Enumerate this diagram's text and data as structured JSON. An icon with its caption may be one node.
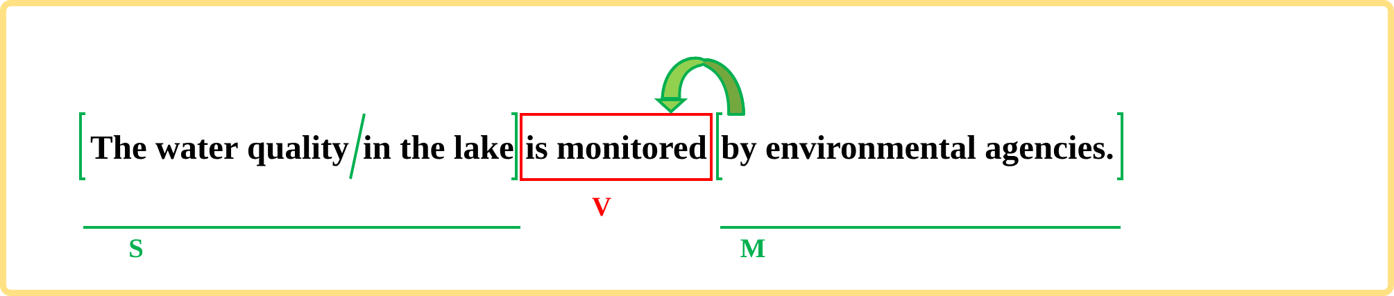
{
  "diagram": {
    "nodes": [
      {
        "text": [
          "The water quality",
          "in the lake"
        ]
      },
      {
        "text": [
          "is monitored"
        ],
        "beside": [
          "V"
        ]
      },
      {
        "text": [
          "by environmental agencies."
        ]
      }
    ],
    "edges": [
      {
        "from": 2,
        "to": 1,
        "arrow": "to"
      }
    ],
    "labels": [
      "S",
      "M"
    ]
  }
}
